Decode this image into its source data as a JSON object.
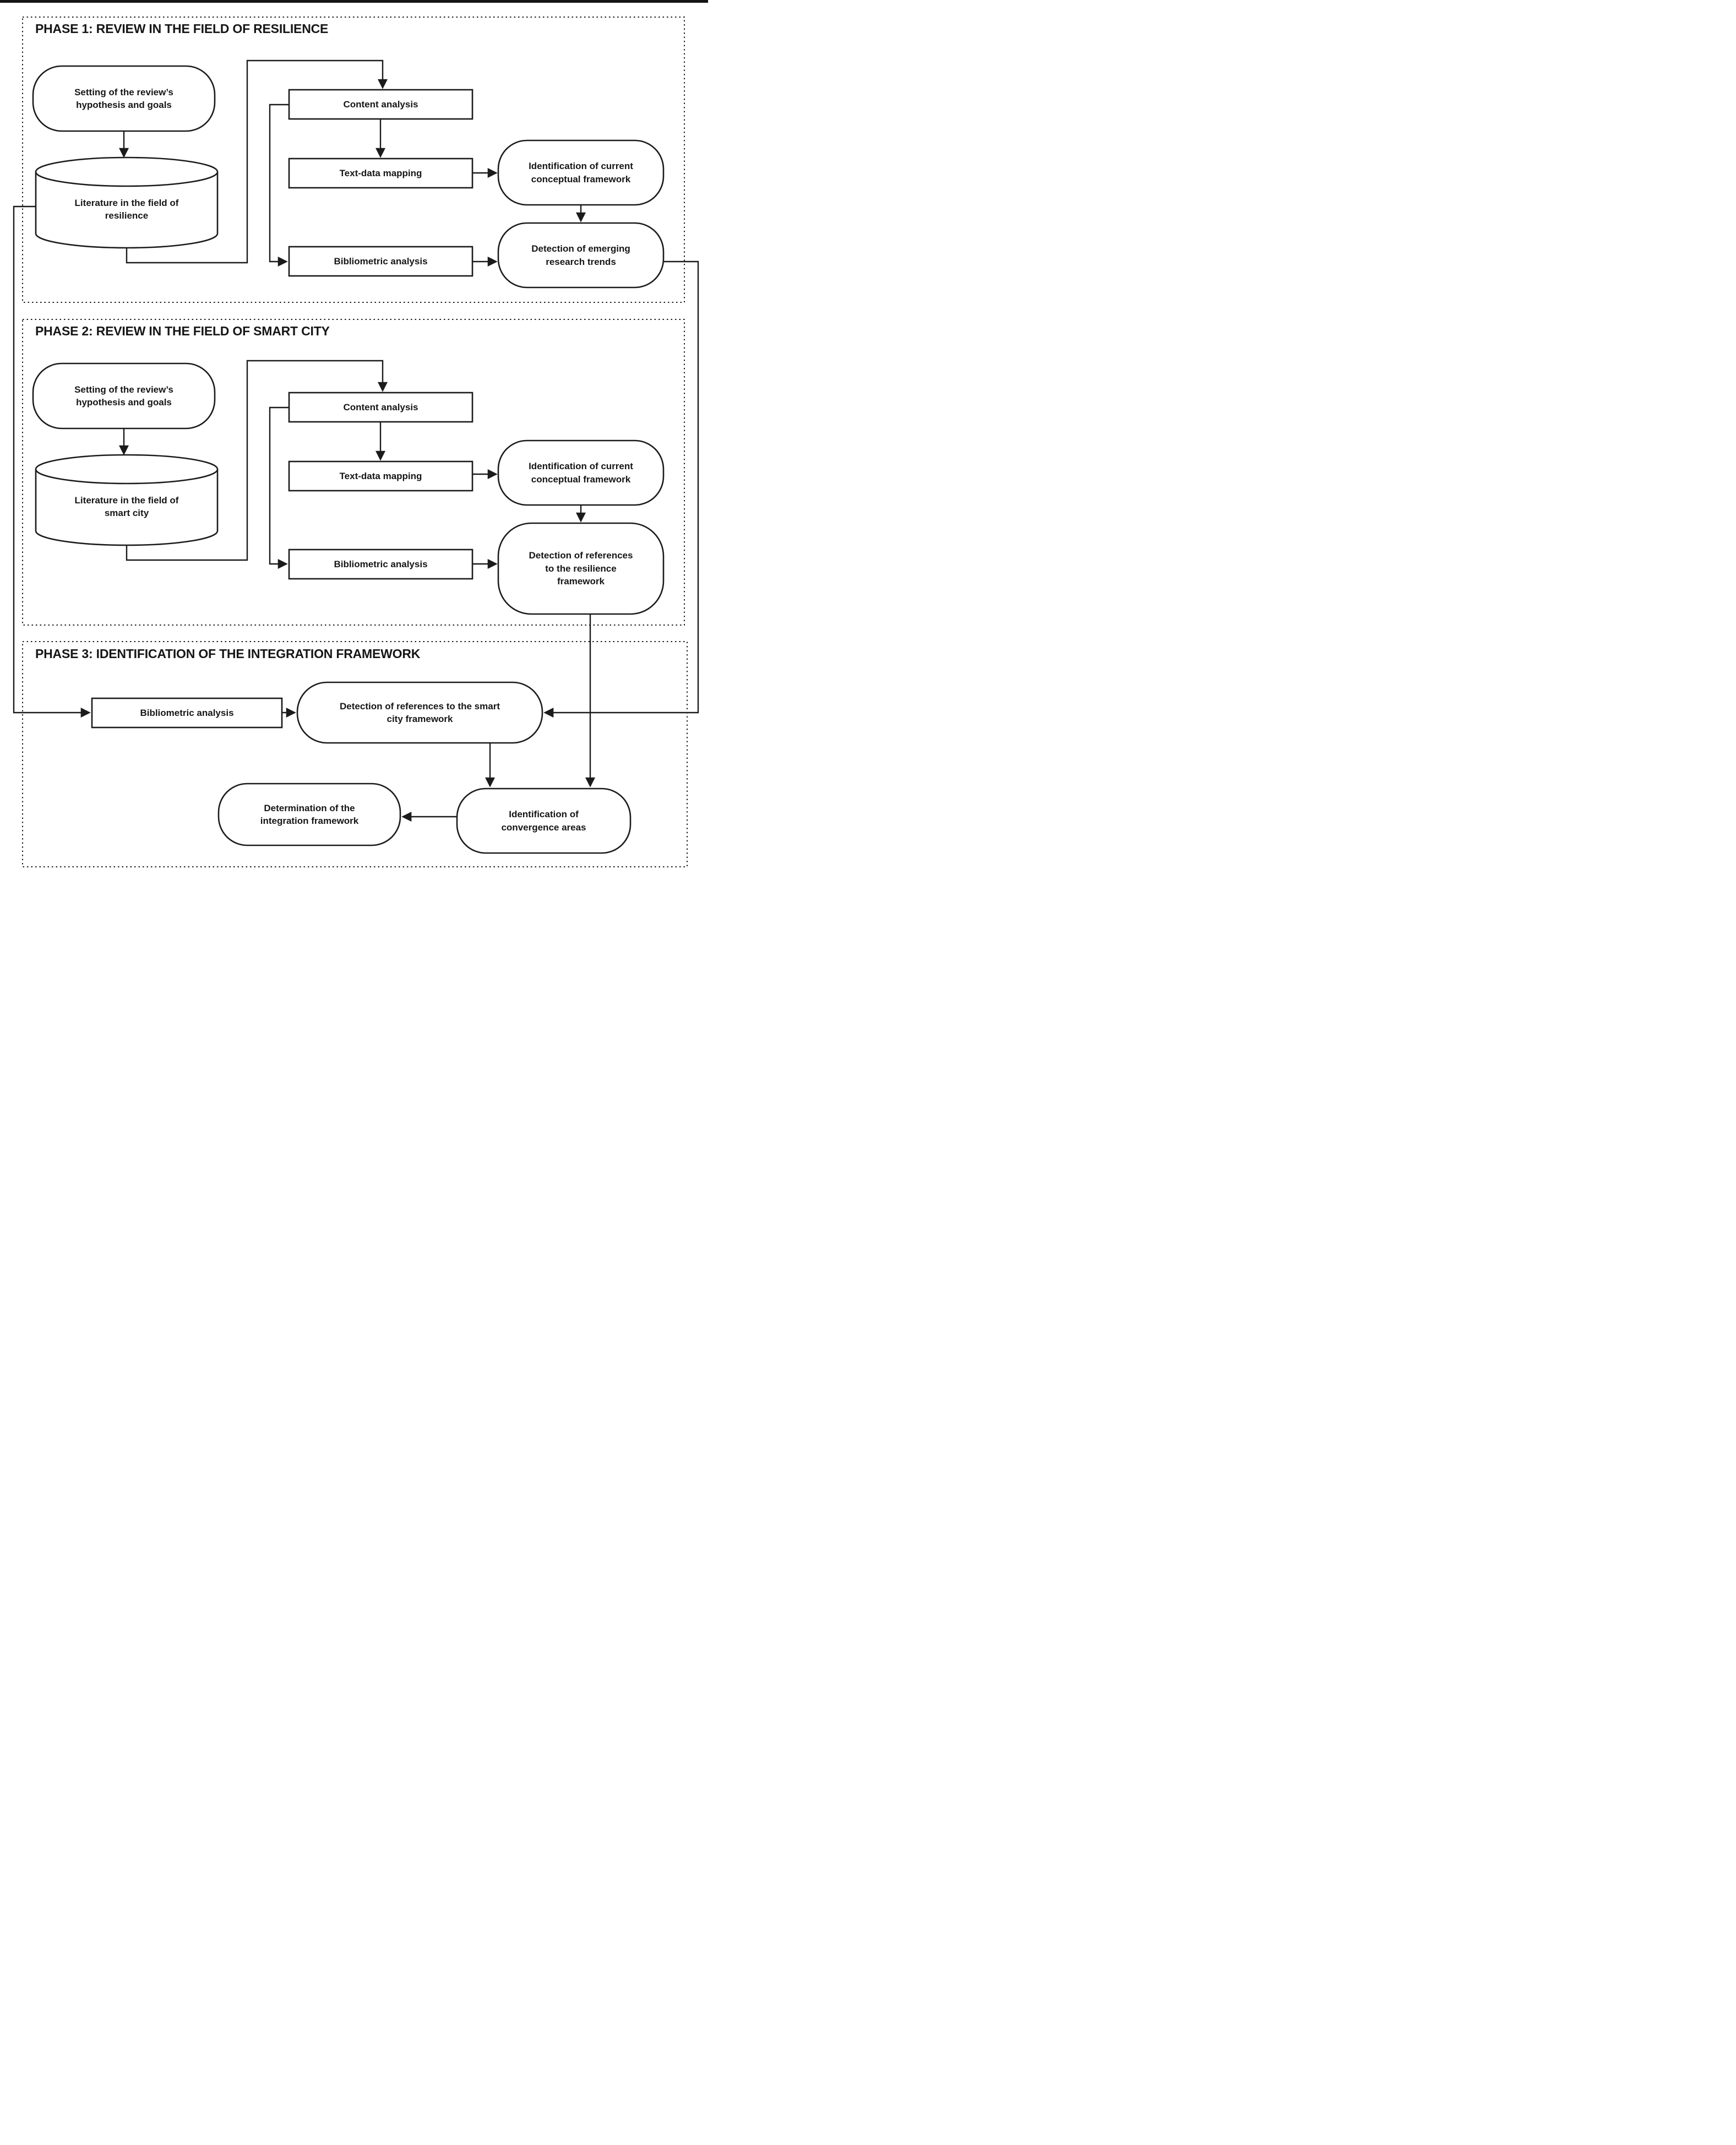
{
  "colors": {
    "line": "#1b1b1b",
    "text": "#161616",
    "shape_fill": "#ffffff",
    "background": "#ffffff"
  },
  "phase1": {
    "title": "PHASE 1: REVIEW IN THE FIELD OF RESILIENCE",
    "setting": "Setting of the review’s\nhypothesis and goals",
    "literature": "Literature in the field of\nresilience",
    "content": "Content analysis",
    "text_data": "Text-data mapping",
    "bibliometric": "Bibliometric analysis",
    "identification": "Identification of current\nconceptual framework",
    "detection": "Detection of emerging\nresearch trends"
  },
  "phase2": {
    "title": "PHASE 2: REVIEW IN THE FIELD OF SMART CITY",
    "setting": "Setting of the review’s\nhypothesis and goals",
    "literature": "Literature in the field of\nsmart city",
    "content": "Content analysis",
    "text_data": "Text-data mapping",
    "bibliometric": "Bibliometric analysis",
    "identification": "Identification of current\nconceptual framework",
    "detection": "Detection of references\nto the resilience\nframework"
  },
  "phase3": {
    "title": "PHASE 3: IDENTIFICATION OF THE INTEGRATION FRAMEWORK",
    "bibliometric": "Bibliometric analysis",
    "detection_smart_city": "Detection of references to the smart\ncity framework",
    "convergence": "Identification of\nconvergence areas",
    "determination": "Determination of the\nintegration framework"
  }
}
